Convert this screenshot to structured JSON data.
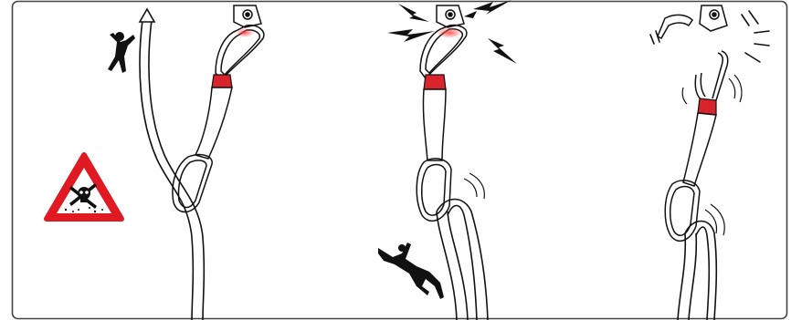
{
  "illustration": {
    "panels": [
      {
        "id": "panel-1",
        "scene": "climber-above-quickdraw-rope-running-up"
      },
      {
        "id": "panel-2",
        "scene": "fall-with-shock-to-carabiner"
      },
      {
        "id": "panel-3",
        "scene": "carabiner-gate-breaks-open"
      }
    ],
    "icons": [
      "warning-triangle-skull-icon",
      "climber-silhouette-icon",
      "falling-climber-icon",
      "lightning-bolt-icon",
      "arrow-up-icon"
    ]
  },
  "colors": {
    "frame": "#444444",
    "line": "#111111",
    "fill": "#ffffff",
    "accent": "#d9232d",
    "warning": "#e01a22",
    "glow": "#f2a0a0"
  }
}
